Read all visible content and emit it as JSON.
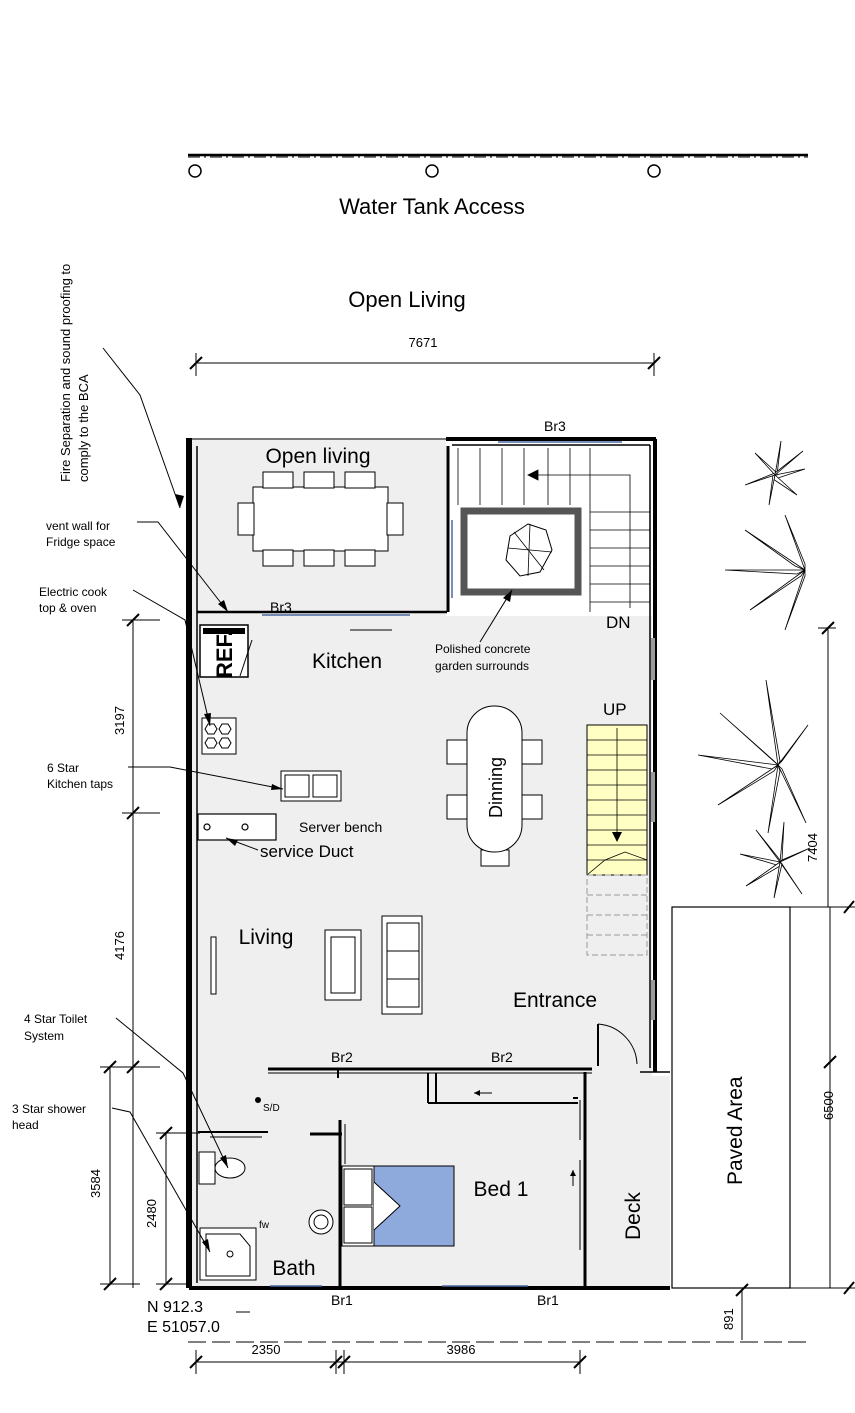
{
  "top": {
    "water_tank_access": "Water Tank Access",
    "open_living_heading": "Open Living",
    "width_dim": "7671"
  },
  "rooms": {
    "open_living": "Open living",
    "kitchen": "Kitchen",
    "dinning": "Dinning",
    "living": "Living",
    "entrance": "Entrance",
    "bed1": "Bed 1",
    "bath": "Bath",
    "deck": "Deck",
    "paved_area": "Paved Area"
  },
  "fixtures": {
    "ref": "REF.",
    "dn": "DN",
    "up": "UP",
    "sd": "S/D",
    "fw": "fw",
    "server_bench": "Server bench",
    "service_duct": "service Duct"
  },
  "labels": {
    "br3_top": "Br3",
    "br3_mid": "Br3",
    "br2_left": "Br2",
    "br2_right": "Br2",
    "br1_left": "Br1",
    "br1_right": "Br1"
  },
  "notes": {
    "fire_line1": "Fire Separation and sound proofing to",
    "fire_line2": "comply to the BCA",
    "vent_line1": "vent wall for",
    "vent_line2": "Fridge space",
    "cook_line1": "Electric cook",
    "cook_line2": "top & oven",
    "taps_line1": "6 Star",
    "taps_line2": "Kitchen taps",
    "toilet_line1": "4 Star Toilet",
    "toilet_line2": "System",
    "shower_line1": "3 Star shower",
    "shower_line2": "head",
    "garden_line1": "Polished concrete",
    "garden_line2": "garden surrounds"
  },
  "dims": {
    "d3197": "3197",
    "d4176": "4176",
    "d3584": "3584",
    "d2480": "2480",
    "d7404": "7404",
    "d6500": "6500",
    "d891": "891",
    "d2350": "2350",
    "d3986": "3986"
  },
  "coords": {
    "north": "N 912.3",
    "east": "E 51057.0"
  }
}
